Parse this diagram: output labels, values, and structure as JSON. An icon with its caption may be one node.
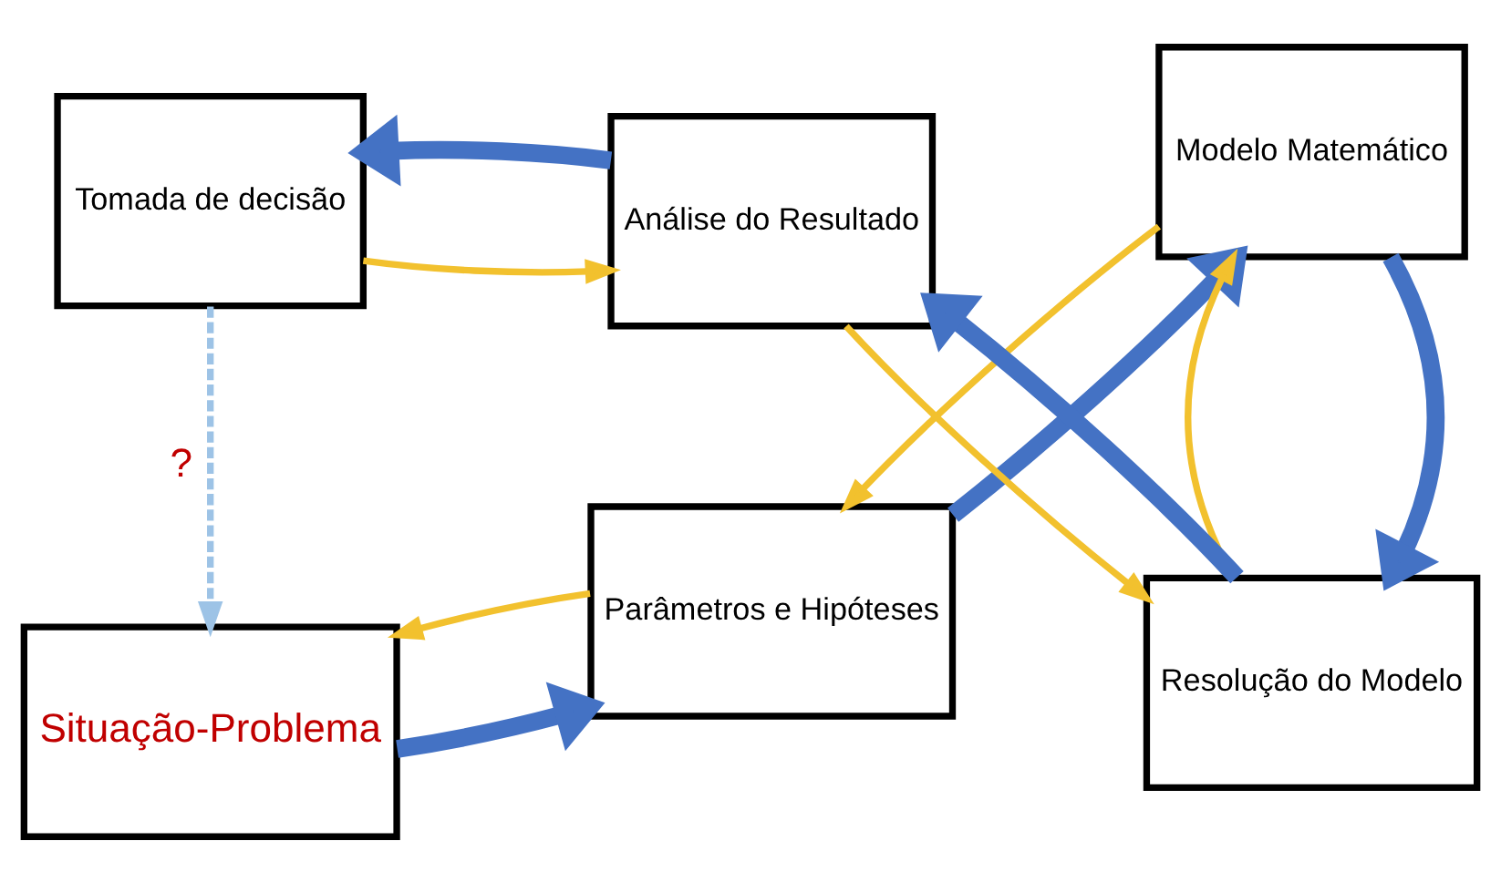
{
  "diagram": {
    "nodes": [
      {
        "text": [
          "Situação-Problema"
        ]
      },
      {
        "text": [
          "Parâmetros e Hipóteses"
        ]
      },
      {
        "text": [
          "Modelo Matemático"
        ]
      },
      {
        "text": [
          "Tomada de decisão"
        ]
      },
      {
        "text": [
          "Análise do Resultado"
        ]
      },
      {
        "text": [
          "Resolução do Modelo"
        ]
      }
    ],
    "edges": [
      {
        "from": 0,
        "to": 1,
        "arrow": "to",
        "style": "thick",
        "color": "#4472c4"
      },
      {
        "from": 1,
        "to": 2,
        "arrow": "to",
        "style": "thick",
        "color": "#4472c4"
      },
      {
        "from": 2,
        "to": 5,
        "arrow": "to",
        "style": "thick",
        "color": "#4472c4"
      },
      {
        "from": 5,
        "to": 4,
        "arrow": "to",
        "style": "thick",
        "color": "#4472c4"
      },
      {
        "from": 4,
        "to": 3,
        "arrow": "to",
        "style": "thick",
        "color": "#4472c4"
      },
      {
        "from": 3,
        "to": 0,
        "arrow": "to",
        "style": "dashed",
        "color": "#9dc3e6",
        "label": "?"
      },
      {
        "from": 1,
        "to": 0,
        "arrow": "to",
        "color": "#f2c12e"
      },
      {
        "from": 2,
        "to": 1,
        "arrow": "to",
        "color": "#f2c12e"
      },
      {
        "from": 5,
        "to": 2,
        "arrow": "to",
        "color": "#f2c12e"
      },
      {
        "from": 3,
        "to": 4,
        "arrow": "to",
        "color": "#f2c12e"
      },
      {
        "from": 4,
        "to": 5,
        "arrow": "to",
        "color": "#f2c12e"
      }
    ]
  }
}
